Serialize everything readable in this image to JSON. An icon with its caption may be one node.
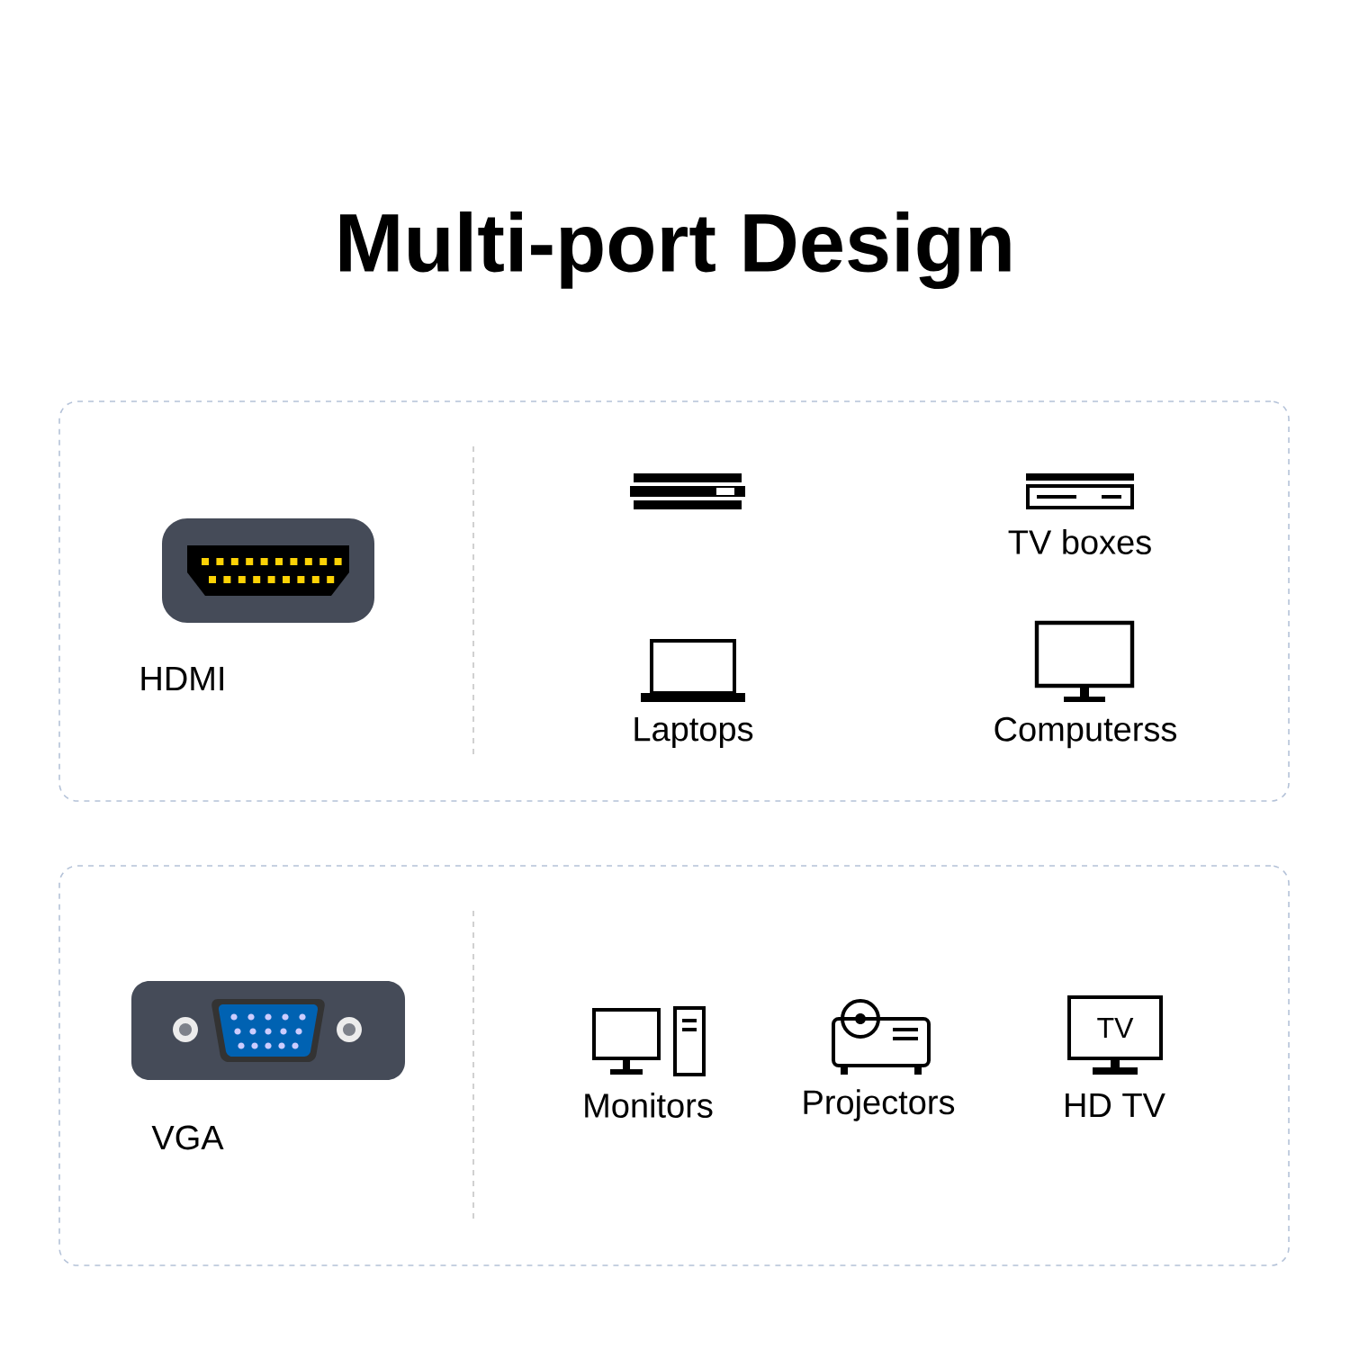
{
  "diagram": {
    "title": "Multi-port Design",
    "nodes": [
      {
        "text": [
          "HDMI",
          "TV boxes",
          "Laptops",
          "Computerss"
        ]
      },
      {
        "text": [
          "VGA",
          "Monitors",
          "Projectors",
          "HD TV"
        ]
      }
    ],
    "labels": [
      "TV"
    ]
  }
}
